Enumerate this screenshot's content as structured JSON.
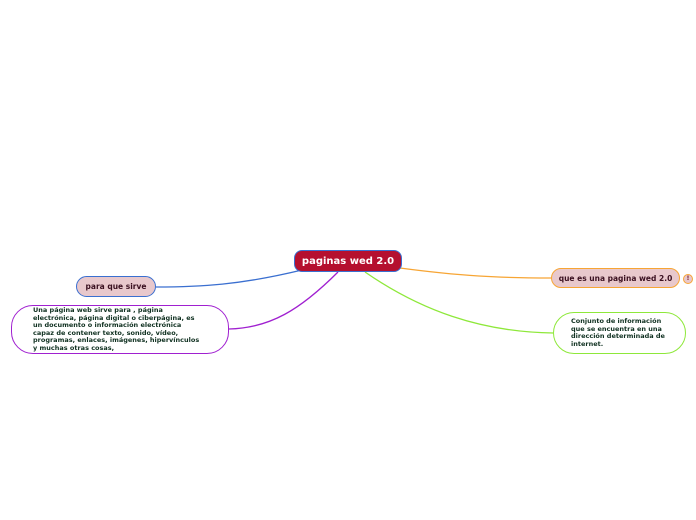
{
  "mindmap": {
    "central": {
      "label": "paginas wed 2.0",
      "color": "#b5102f",
      "border": "#3a6fd0"
    },
    "branches": [
      {
        "label": "para que sirve",
        "line_color": "#3a6fd0"
      },
      {
        "label": "Una página web sirve para , página electrónica, página digital o ciberpágina, es un documento o información electrónica capaz de contener texto, sonido, vídeo, programas, enlaces, imágenes, hipervínculos y muchas otras cosas,",
        "line_color": "#a020d0"
      },
      {
        "label": "que es una pagina wed 2.0",
        "line_color": "#f7a534",
        "badge": "!"
      },
      {
        "label": "Conjunto de información que se encuentra en una dirección determinada de internet.",
        "line_color": "#8ee83a"
      }
    ]
  }
}
